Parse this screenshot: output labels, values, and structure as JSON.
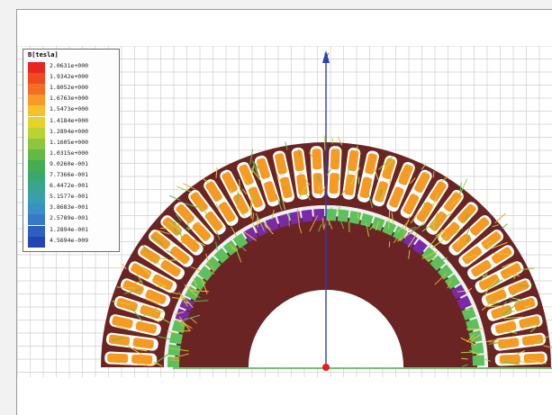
{
  "legend": {
    "title": "B[tesla]",
    "entries": [
      {
        "label": "2.0631e+000",
        "color": "#e8261f"
      },
      {
        "label": "1.9342e+000",
        "color": "#ef4a22"
      },
      {
        "label": "1.8052e+000",
        "color": "#f46f25"
      },
      {
        "label": "1.6763e+000",
        "color": "#f79a28"
      },
      {
        "label": "1.5473e+000",
        "color": "#f8c02b"
      },
      {
        "label": "1.4184e+000",
        "color": "#e4d22e"
      },
      {
        "label": "1.2894e+000",
        "color": "#b9d332"
      },
      {
        "label": "1.1605e+000",
        "color": "#8cc63e"
      },
      {
        "label": "1.0315e+000",
        "color": "#62b947"
      },
      {
        "label": "9.0260e-001",
        "color": "#45ad52"
      },
      {
        "label": "7.7366e-001",
        "color": "#3aa86e"
      },
      {
        "label": "6.4472e-001",
        "color": "#38a58f"
      },
      {
        "label": "5.1577e-001",
        "color": "#3a9fac"
      },
      {
        "label": "3.8683e-001",
        "color": "#3a8fc4"
      },
      {
        "label": "2.5789e-001",
        "color": "#3878c8"
      },
      {
        "label": "1.2894e-001",
        "color": "#2f5fc0"
      },
      {
        "label": "4.5694e-009",
        "color": "#2345b0"
      }
    ]
  },
  "axis": {
    "y_label": "y",
    "axis_color": "#2c3fb8",
    "x_axis_color": "#4cae4c",
    "origin_color": "#e02020"
  },
  "colors": {
    "stator": "#6b2424",
    "rotor": "#6b2424",
    "coil": "#f59a23",
    "magnet_green": "#5cc05c",
    "magnet_purple": "#7a2aa8",
    "gridline": "#cfcfcf"
  }
}
